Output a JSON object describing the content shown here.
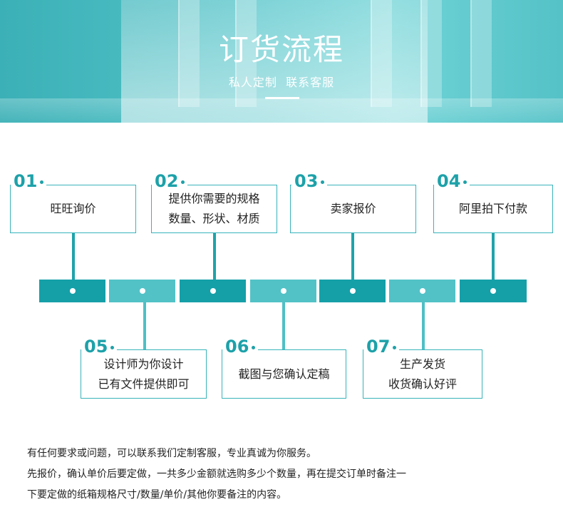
{
  "banner": {
    "title": "订货流程",
    "subtitle": "私人定制  联系客服"
  },
  "steps_top": [
    {
      "num": "01",
      "lines": [
        "旺旺询价"
      ]
    },
    {
      "num": "02",
      "lines": [
        "提供你需要的规格",
        "数量、形状、材质"
      ]
    },
    {
      "num": "03",
      "lines": [
        "卖家报价"
      ]
    },
    {
      "num": "04",
      "lines": [
        "阿里拍下付款"
      ]
    }
  ],
  "steps_bottom": [
    {
      "num": "05",
      "lines": [
        "设计师为你设计",
        "已有文件提供即可"
      ]
    },
    {
      "num": "06",
      "lines": [
        "截图与您确认定稿"
      ]
    },
    {
      "num": "07",
      "lines": [
        "生产发货",
        "收货确认好评"
      ]
    }
  ],
  "notes": [
    "有任何要求或问题，可以联系我们定制客服，专业真诚为你服务。",
    "先报价，确认单价后要定做，一共多少金额就选购多少个数量，再在提交订单时备注一",
    "下要定做的纸箱规格尺寸/数量/单价/其他你要备注的内容。"
  ],
  "colors": {
    "accent": "#1da1a9",
    "accent_light": "#52c2c7"
  }
}
